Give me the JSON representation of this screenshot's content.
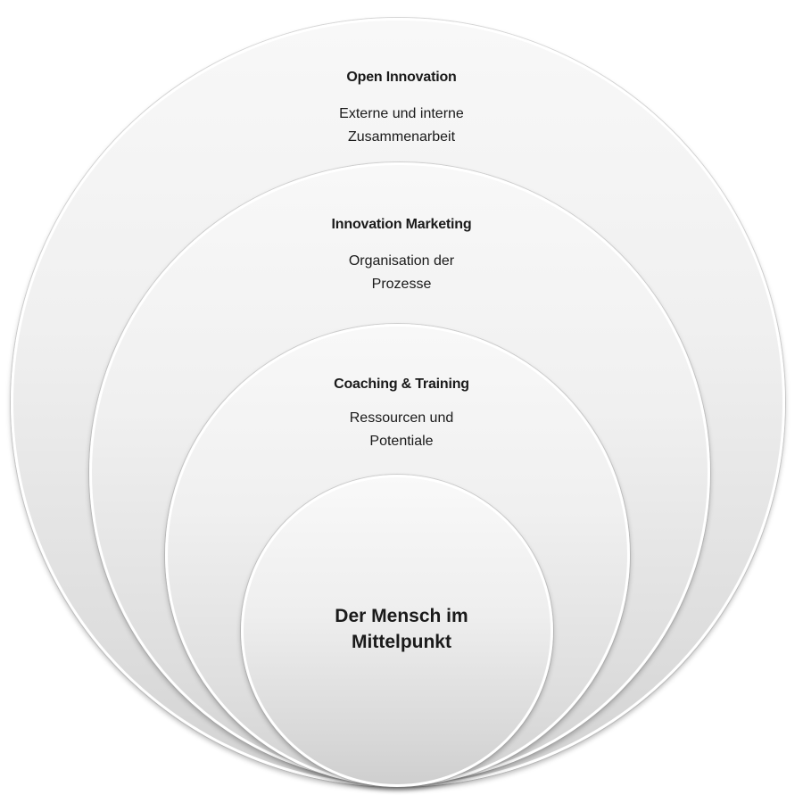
{
  "diagram": {
    "type": "nested-circles",
    "colors": {
      "background": "#ffffff",
      "circle_fill_top": "#f8f8f8",
      "circle_fill_bottom": "#d2d2d2",
      "circle_border": "#ffffff",
      "text": "#1a1a1a"
    },
    "layers": [
      {
        "title": "Open Innovation",
        "subtitle_lines": [
          "Externe und interne",
          "Zusammenarbeit"
        ]
      },
      {
        "title": "Innovation Marketing",
        "subtitle_lines": [
          "Organisation der",
          "Prozesse"
        ]
      },
      {
        "title": "Coaching & Training",
        "subtitle_lines": [
          "Ressourcen und",
          "Potentiale"
        ]
      },
      {
        "title_lines": [
          "Der Mensch im",
          "Mittelpunkt"
        ]
      }
    ]
  }
}
